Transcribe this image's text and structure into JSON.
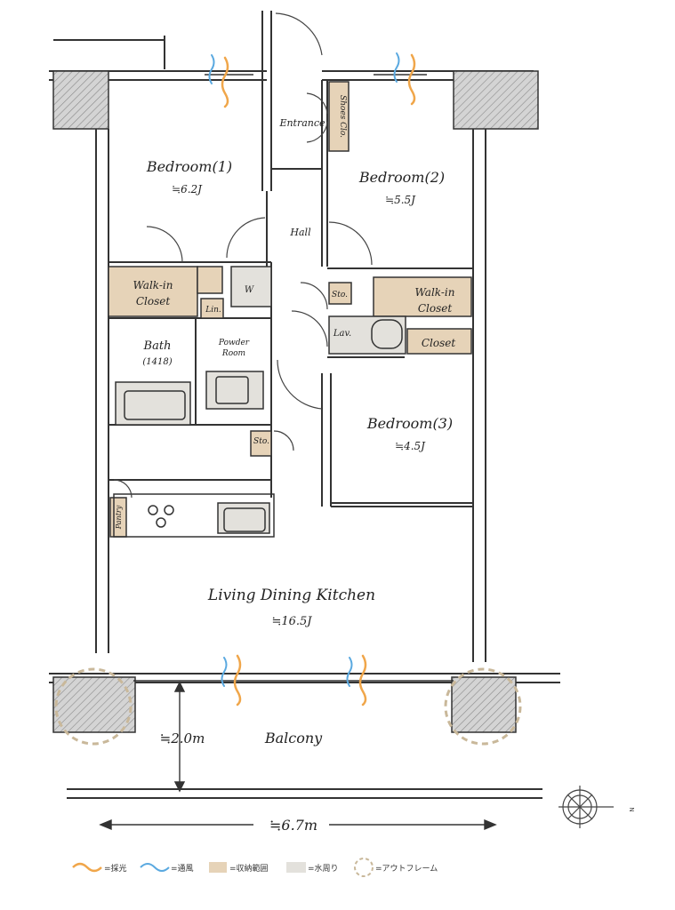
{
  "rooms": {
    "bedroom1": {
      "name": "Bedroom(1)",
      "size": "≒6.2J"
    },
    "bedroom2": {
      "name": "Bedroom(2)",
      "size": "≒5.5J"
    },
    "bedroom3": {
      "name": "Bedroom(3)",
      "size": "≒4.5J"
    },
    "ldk": {
      "name": "Living Dining Kitchen",
      "size": "≒16.5J"
    },
    "entrance": "Entrance",
    "shoes": "Shoes Clo.",
    "hall": "Hall",
    "walkin1": [
      "Walk-in",
      "Closet"
    ],
    "walkin2": [
      "Walk-in",
      "Closet"
    ],
    "lin": "Lin.",
    "w": "W",
    "bath": [
      "Bath",
      "(1418)"
    ],
    "powder": [
      "Powder",
      "Room"
    ],
    "sto1": "Sto.",
    "sto2": "Sto.",
    "lav": "Lav.",
    "closet": "Closet",
    "pantry": "Pantry",
    "balcony": "Balcony"
  },
  "dimensions": {
    "balcony_depth": "≒2.0m",
    "width": "≒6.7m"
  },
  "compass": {
    "north_mark": "N"
  },
  "legend": [
    {
      "label": "=採光",
      "icon": "orange-wave",
      "color": "#f0a64a"
    },
    {
      "label": "=通風",
      "icon": "blue-wave",
      "color": "#5aa9e0"
    },
    {
      "label": "=収納範囲",
      "icon": "storage-swatch",
      "color": "#e6d3b8"
    },
    {
      "label": "=水周り",
      "icon": "water-swatch",
      "color": "#e3e1dc"
    },
    {
      "label": "=アウトフレーム",
      "icon": "dashed-circle",
      "color": "#c9b89a"
    }
  ]
}
